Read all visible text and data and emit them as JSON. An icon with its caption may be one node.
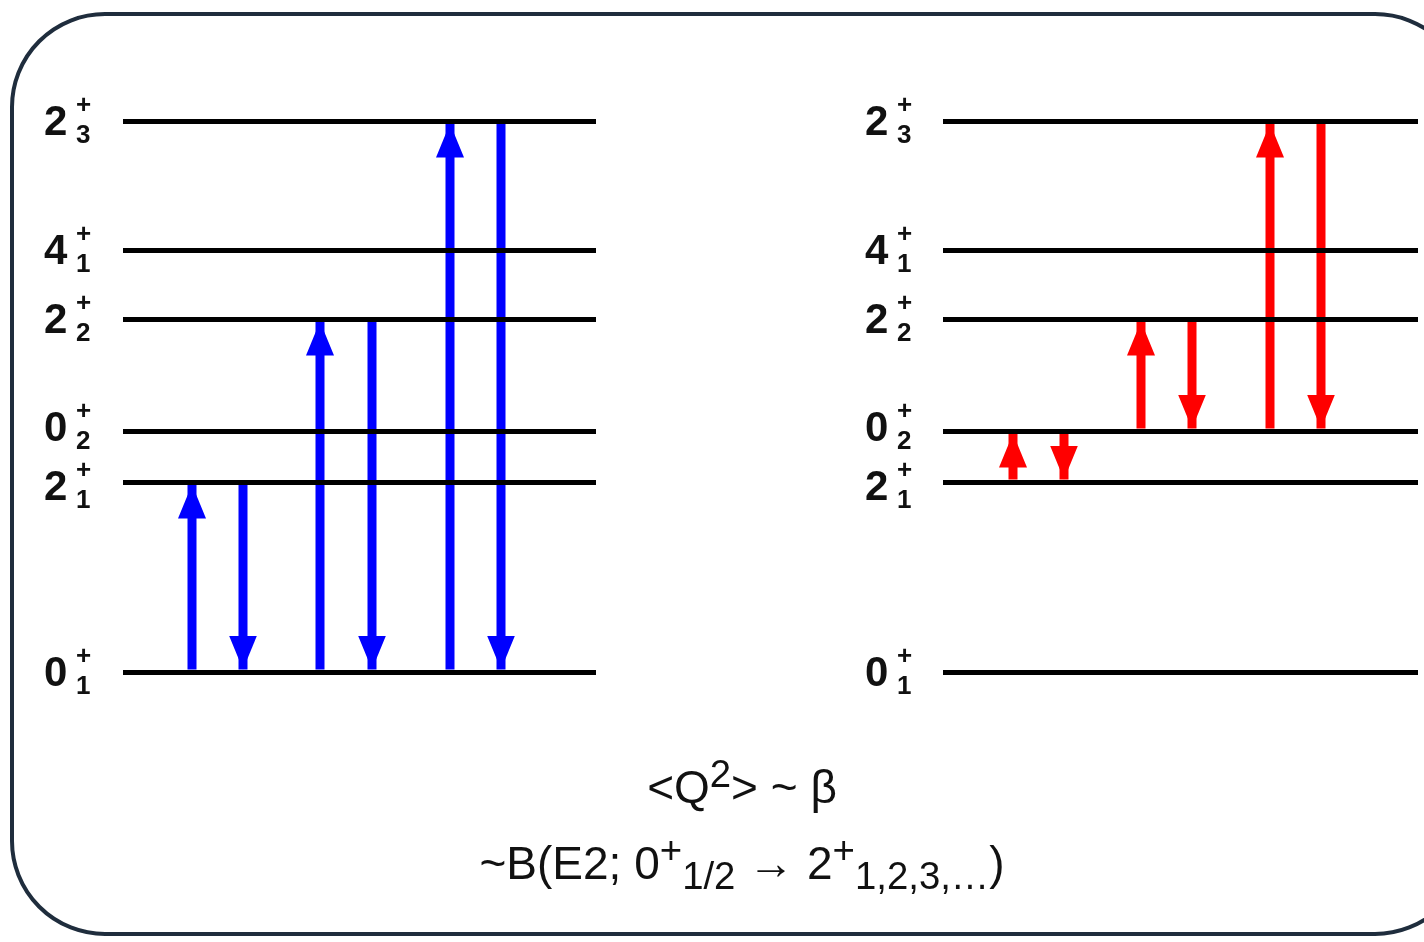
{
  "diagram": {
    "nodes": [
      {
        "text": [
          "2$^{+}$$_{3}$"
        ]
      },
      {
        "text": [
          "4$^{+}$$_{1}$"
        ]
      },
      {
        "text": [
          "2$^{+}$$_{2}$"
        ]
      },
      {
        "text": [
          "0$^{+}$$_{2}$"
        ]
      },
      {
        "text": [
          "2$^{+}$$_{1}$"
        ]
      },
      {
        "text": [
          "0$^{+}$$_{1}$"
        ]
      },
      {
        "text": [
          "2$^{+}$$_{3}$"
        ]
      },
      {
        "text": [
          "4$^{+}$$_{1}$"
        ]
      },
      {
        "text": [
          "2$^{+}$$_{2}$"
        ]
      },
      {
        "text": [
          "0$^{+}$$_{2}$"
        ]
      },
      {
        "text": [
          "2$^{+}$$_{1}$"
        ]
      },
      {
        "text": [
          "0$^{+}$$_{1}$"
        ]
      }
    ],
    "edges": [
      {
        "from": 5,
        "to": 4,
        "arrow": "to",
        "color": "#0000ff"
      },
      {
        "from": 4,
        "to": 5,
        "arrow": "to",
        "color": "#0000ff"
      },
      {
        "from": 5,
        "to": 2,
        "arrow": "to",
        "color": "#0000ff"
      },
      {
        "from": 2,
        "to": 5,
        "arrow": "to",
        "color": "#0000ff"
      },
      {
        "from": 5,
        "to": 0,
        "arrow": "to",
        "color": "#0000ff"
      },
      {
        "from": 0,
        "to": 5,
        "arrow": "to",
        "color": "#0000ff"
      },
      {
        "from": 10,
        "to": 9,
        "arrow": "to",
        "color": "#ff0000"
      },
      {
        "from": 9,
        "to": 10,
        "arrow": "to",
        "color": "#ff0000"
      },
      {
        "from": 9,
        "to": 8,
        "arrow": "to",
        "color": "#ff0000"
      },
      {
        "from": 8,
        "to": 9,
        "arrow": "to",
        "color": "#ff0000"
      },
      {
        "from": 9,
        "to": 6,
        "arrow": "to",
        "color": "#ff0000"
      },
      {
        "from": 6,
        "to": 9,
        "arrow": "to",
        "color": "#ff0000"
      }
    ],
    "labels": [
      "<Q$^{2}$> ~ β",
      "~B(E2; 0$^{+}$$_{1/2}$ → 2$^{+}$$_{1,2,3,…}$)"
    ]
  }
}
